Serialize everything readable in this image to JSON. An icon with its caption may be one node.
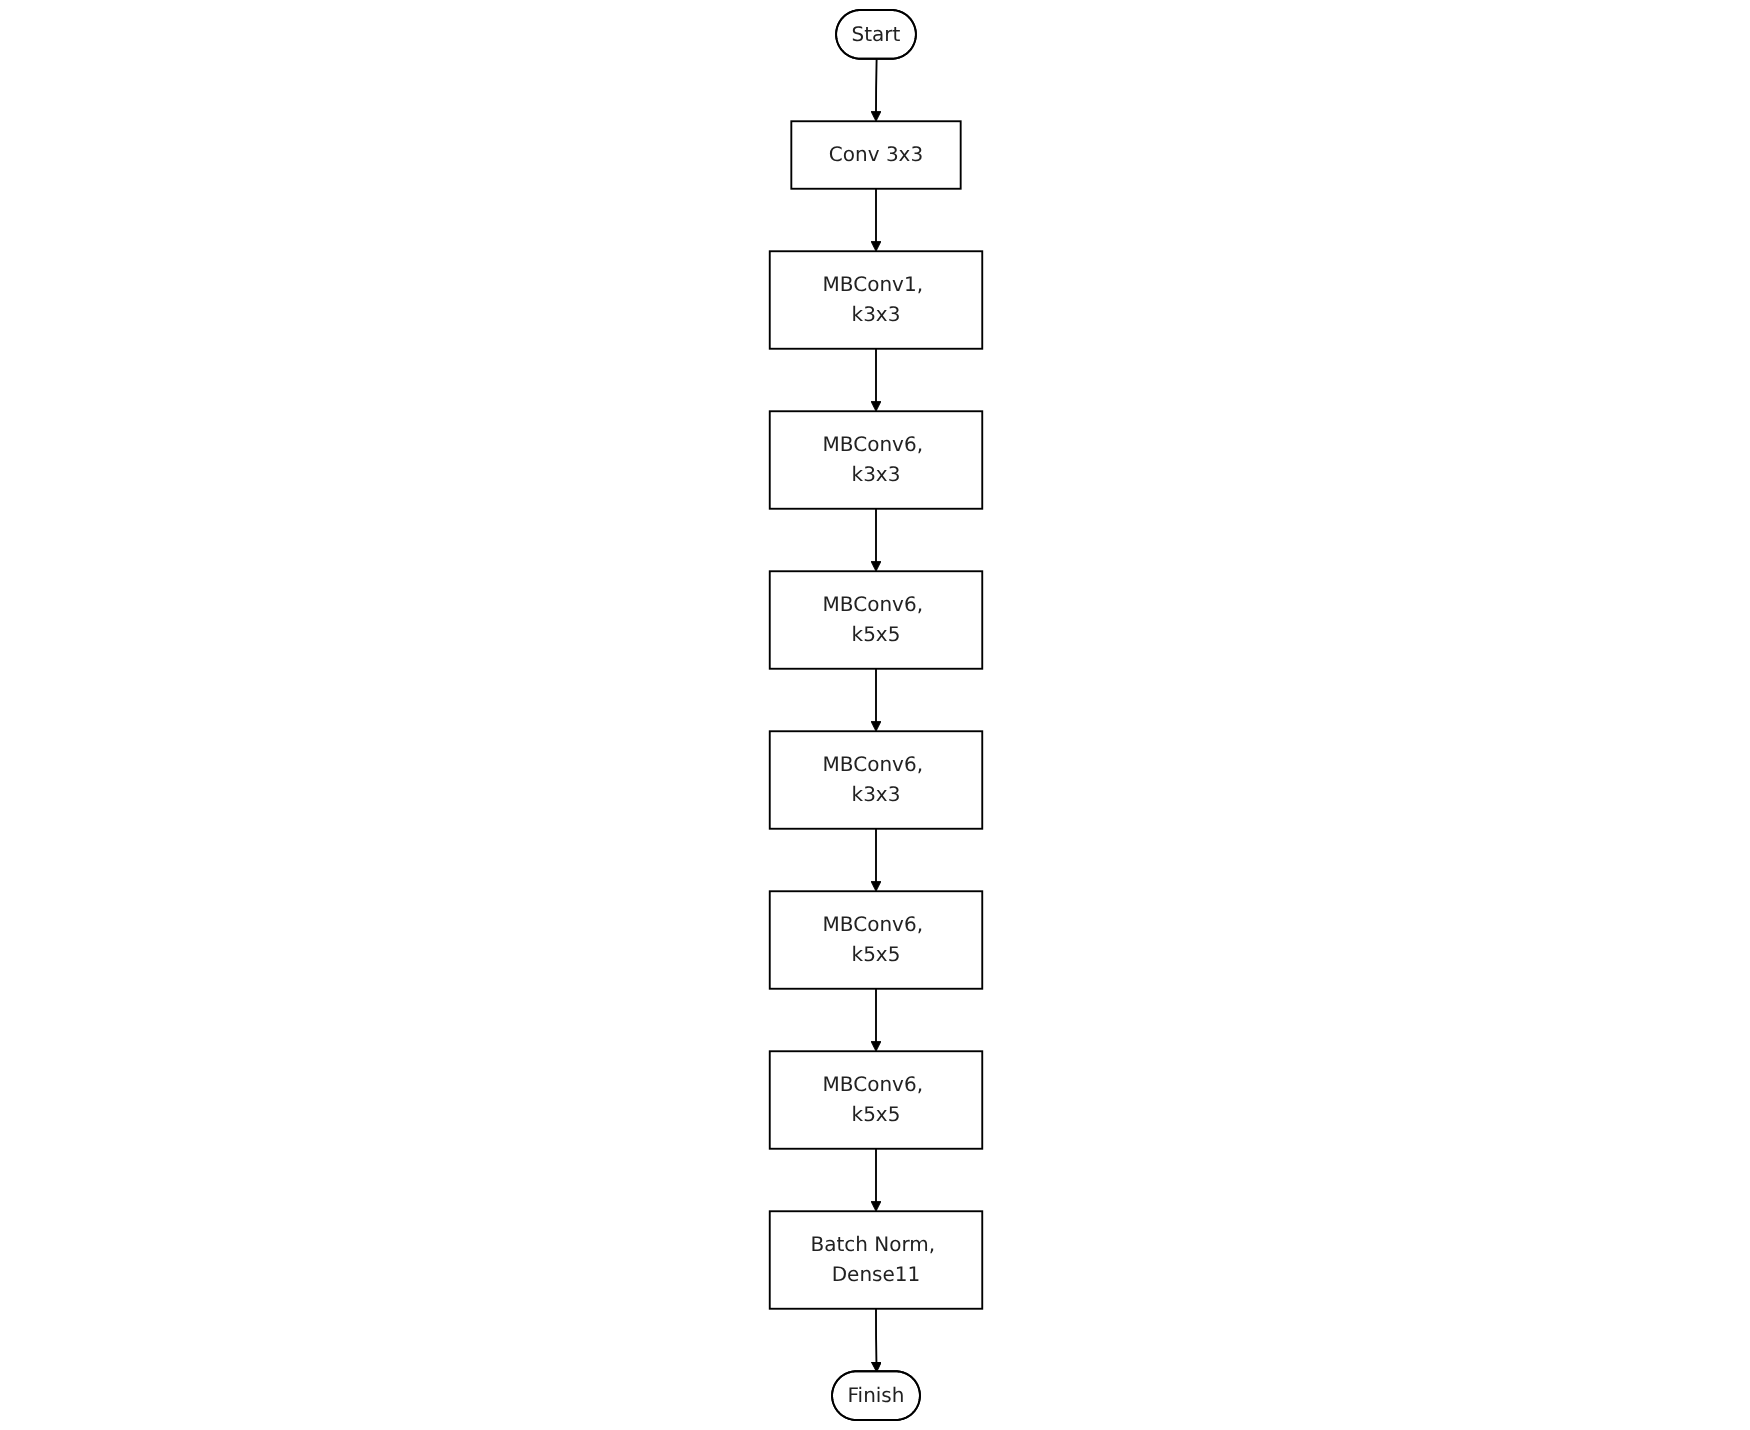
{
  "diagram": {
    "nodes": [
      {
        "text": [
          "Start"
        ]
      },
      {
        "text": [
          "Conv 3x3"
        ]
      },
      {
        "text": [
          "MBConv1, k3x3"
        ]
      },
      {
        "text": [
          "MBConv6, k3x3"
        ]
      },
      {
        "text": [
          "MBConv6, k5x5"
        ]
      },
      {
        "text": [
          "MBConv6, k3x3"
        ]
      },
      {
        "text": [
          "MBConv6, k5x5"
        ]
      },
      {
        "text": [
          "MBConv6, k5x5"
        ]
      },
      {
        "text": [
          "Batch Norm, Dense11"
        ]
      },
      {
        "text": [
          "Finish"
        ]
      }
    ],
    "edges": [
      {
        "from": 0,
        "to": 1,
        "arrow": "to"
      },
      {
        "from": 1,
        "to": 2,
        "arrow": "to"
      },
      {
        "from": 2,
        "to": 3,
        "arrow": "to"
      },
      {
        "from": 3,
        "to": 4,
        "arrow": "to"
      },
      {
        "from": 4,
        "to": 5,
        "arrow": "to"
      },
      {
        "from": 5,
        "to": 6,
        "arrow": "to"
      },
      {
        "from": 6,
        "to": 7,
        "arrow": "to"
      },
      {
        "from": 7,
        "to": 8,
        "arrow": "to"
      },
      {
        "from": 8,
        "to": 9,
        "arrow": "to"
      }
    ]
  }
}
